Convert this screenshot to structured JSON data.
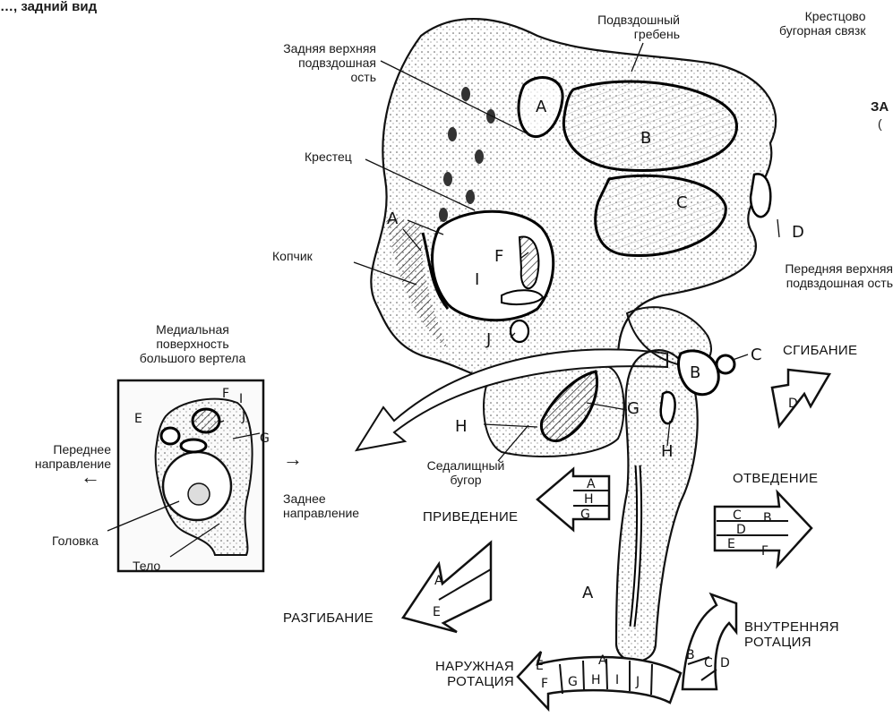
{
  "header": {
    "title_fragment": "…, задний вид",
    "right_fragment_line1": "ЗА",
    "right_fragment_line2": "("
  },
  "labels": {
    "sacrotuberous_ligament": [
      "Крестцово",
      "бугорная связк"
    ],
    "iliac_crest": [
      "Подвздошный",
      "гребень"
    ],
    "psis": [
      "Задняя верхняя",
      "подвздошная",
      "ость"
    ],
    "sacrum": "Крестец",
    "coccyx": "Копчик",
    "asis": [
      "Передняя верхняя",
      "подвздошная ость"
    ],
    "ischial_tuberosity": [
      "Седалищный",
      "бугор"
    ],
    "inset_title": [
      "Медиальная",
      "поверхность",
      "большого вертела"
    ],
    "anterior_direction": [
      "Переднее",
      "направление"
    ],
    "posterior_direction": [
      "Заднее",
      "направление"
    ],
    "head": "Головка",
    "body": "Тело"
  },
  "movements": {
    "flexion": "СГИБАНИЕ",
    "abduction": "ОТВЕДЕНИЕ",
    "adduction": "ПРИВЕДЕНИЕ",
    "extension": "РАЗГИБАНИЕ",
    "internal_rotation": [
      "ВНУТРЕННЯЯ",
      "РОТАЦИЯ"
    ],
    "external_rotation": [
      "НАРУЖНАЯ",
      "РОТАЦИЯ"
    ]
  },
  "muscle_letters": {
    "pelvis": [
      "A",
      "B",
      "C",
      "D",
      "A",
      "F",
      "I",
      "J",
      "G",
      "H"
    ],
    "femur": [
      "B",
      "C",
      "H",
      "A"
    ],
    "inset": [
      "E",
      "F",
      "I",
      "J",
      "G"
    ],
    "flexion_arrow": [
      "D"
    ],
    "abduction_arrow": [
      "C",
      "B",
      "D",
      "E",
      "F"
    ],
    "adduction_arrow": [
      "A",
      "H",
      "G"
    ],
    "extension_arrow": [
      "A",
      "E"
    ],
    "internal_rotation_arrow": [
      "B",
      "C",
      "D"
    ],
    "external_rotation_arrow": [
      "E",
      "A",
      "F",
      "G",
      "H",
      "I",
      "J"
    ]
  },
  "arrows_symbols": {
    "left": "←",
    "right": "→"
  }
}
